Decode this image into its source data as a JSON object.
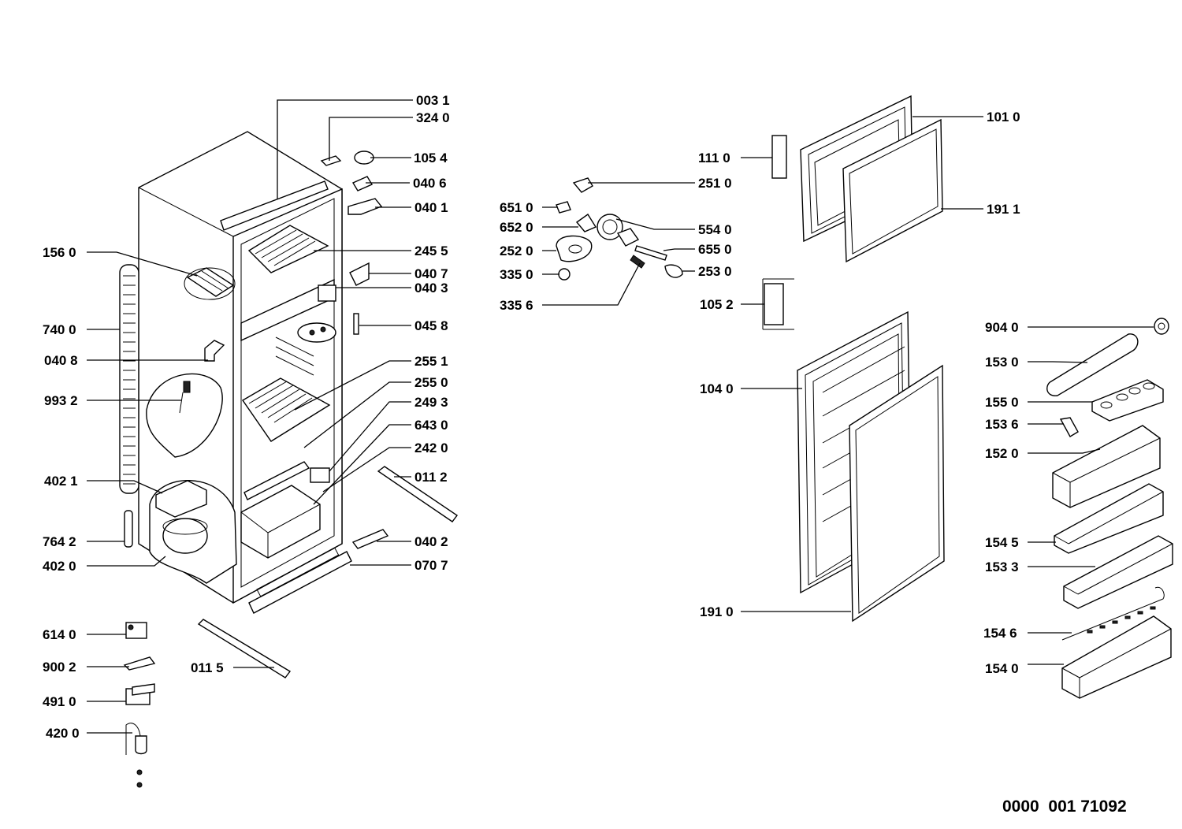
{
  "doc_number": "0000  001 71092",
  "labels": {
    "p0031": "003 1",
    "p3240": "324 0",
    "p1054": "105 4",
    "p0406": "040 6",
    "p0401": "040 1",
    "p2455": "245 5",
    "p0407": "040 7",
    "p0403": "040 3",
    "p0458": "045 8",
    "p2551": "255 1",
    "p2550": "255 0",
    "p2493": "249 3",
    "p6430": "643 0",
    "p2420": "242 0",
    "p0112": "011 2",
    "p0402": "040 2",
    "p0707": "070 7",
    "p1560": "156 0",
    "p7400": "740 0",
    "p0408": "040 8",
    "p9932": "993 2",
    "p4021": "402 1",
    "p7642": "764 2",
    "p4020": "402 0",
    "p6140": "614 0",
    "p9002": "900 2",
    "p4910": "491 0",
    "p4200": "420 0",
    "p0115": "011 5",
    "p6510": "651 0",
    "p6520": "652 0",
    "p2520": "252 0",
    "p3350": "335 0",
    "p3356": "335 6",
    "p2510": "251 0",
    "p5540": "554 0",
    "p6550": "655 0",
    "p2530": "253 0",
    "p1110": "111 0",
    "p1052": "105 2",
    "p1040": "104 0",
    "p1910": "191 0",
    "p1010": "101 0",
    "p1911": "191 1",
    "p9040": "904 0",
    "p1530": "153 0",
    "p1550": "155 0",
    "p1536": "153 6",
    "p1520": "152 0",
    "p1545": "154 5",
    "p1533": "153 3",
    "p1546": "154 6",
    "p1540": "154 0"
  }
}
